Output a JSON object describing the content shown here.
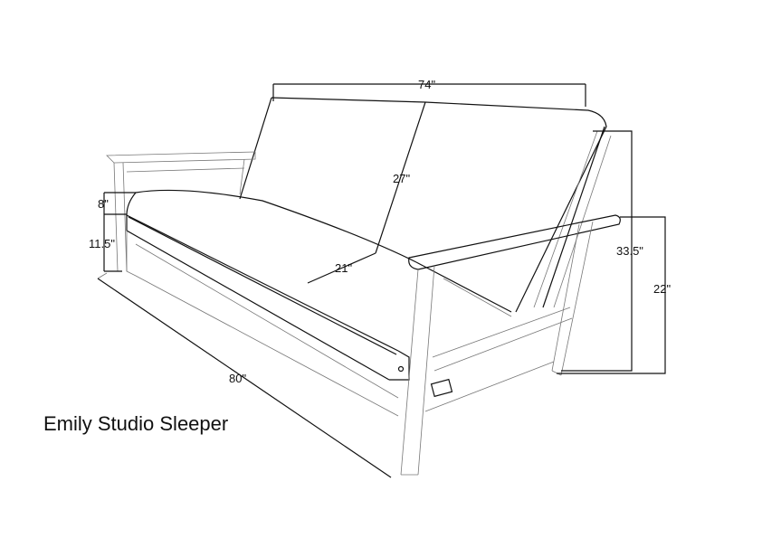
{
  "title": "Emily Studio Sleeper",
  "dimensions": {
    "width_back": "74\"",
    "back_height": "27\"",
    "mattress_thickness": "8\"",
    "seat_height": "11.5\"",
    "seat_depth": "21\"",
    "overall_height": "33.5\"",
    "arm_height": "22\"",
    "overall_width": "80\""
  }
}
